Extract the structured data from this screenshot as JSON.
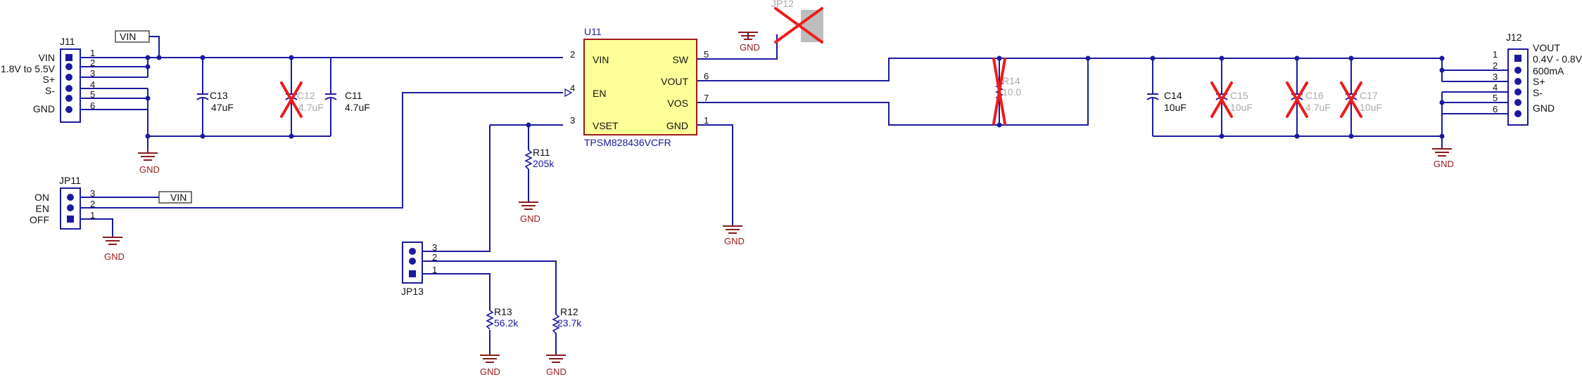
{
  "colors": {
    "wire": "#1a1aa0",
    "ic_fill": "#ffff99",
    "ic_border": "#a01a1a",
    "ground": "#a01a1a",
    "dnp_mark": "#ee1c1c",
    "dnp_text": "#aaaaaa"
  },
  "J11": {
    "ref": "J11",
    "pin_numbers": [
      "1",
      "2",
      "3",
      "4",
      "5",
      "6"
    ],
    "labels": [
      "VIN",
      "1.8V to 5.5V",
      "S+",
      "S-",
      "GND"
    ]
  },
  "J12": {
    "ref": "J12",
    "pin_numbers": [
      "1",
      "2",
      "3",
      "4",
      "5",
      "6"
    ],
    "labels": [
      "VOUT",
      "0.4V - 0.8V",
      "600mA",
      "S+",
      "S-",
      "GND"
    ]
  },
  "JP11": {
    "ref": "JP11",
    "pin_numbers": [
      "3",
      "2",
      "1"
    ],
    "labels": [
      "ON",
      "EN",
      "OFF"
    ]
  },
  "JP12": {
    "ref": "JP12"
  },
  "JP13": {
    "ref": "JP13",
    "pin_numbers": [
      "3",
      "2",
      "1"
    ]
  },
  "U11": {
    "ref": "U11",
    "part": "TPSM828436VCFR",
    "left_pins": [
      {
        "num": "2",
        "name": "VIN"
      },
      {
        "num": "4",
        "name": "EN"
      },
      {
        "num": "3",
        "name": "VSET"
      }
    ],
    "right_pins": [
      {
        "num": "5",
        "name": "SW"
      },
      {
        "num": "6",
        "name": "VOUT"
      },
      {
        "num": "7",
        "name": "VOS"
      },
      {
        "num": "1",
        "name": "GND"
      }
    ]
  },
  "net_labels": {
    "vin_top": "VIN",
    "vin_jp11": "VIN"
  },
  "components": {
    "C13": {
      "ref": "C13",
      "value": "47uF"
    },
    "C12": {
      "ref": "C12",
      "value": "4.7uF"
    },
    "C11": {
      "ref": "C11",
      "value": "4.7uF"
    },
    "R11": {
      "ref": "R11",
      "value": "205k"
    },
    "R12": {
      "ref": "R12",
      "value": "23.7k"
    },
    "R13": {
      "ref": "R13",
      "value": "56.2k"
    },
    "R14": {
      "ref": "R14",
      "value": "10.0"
    },
    "C14": {
      "ref": "C14",
      "value": "10uF"
    },
    "C15": {
      "ref": "C15",
      "value": "10uF"
    },
    "C16": {
      "ref": "C16",
      "value": "4.7uF"
    },
    "C17": {
      "ref": "C17",
      "value": "10uF"
    }
  },
  "ground_label": "GND"
}
